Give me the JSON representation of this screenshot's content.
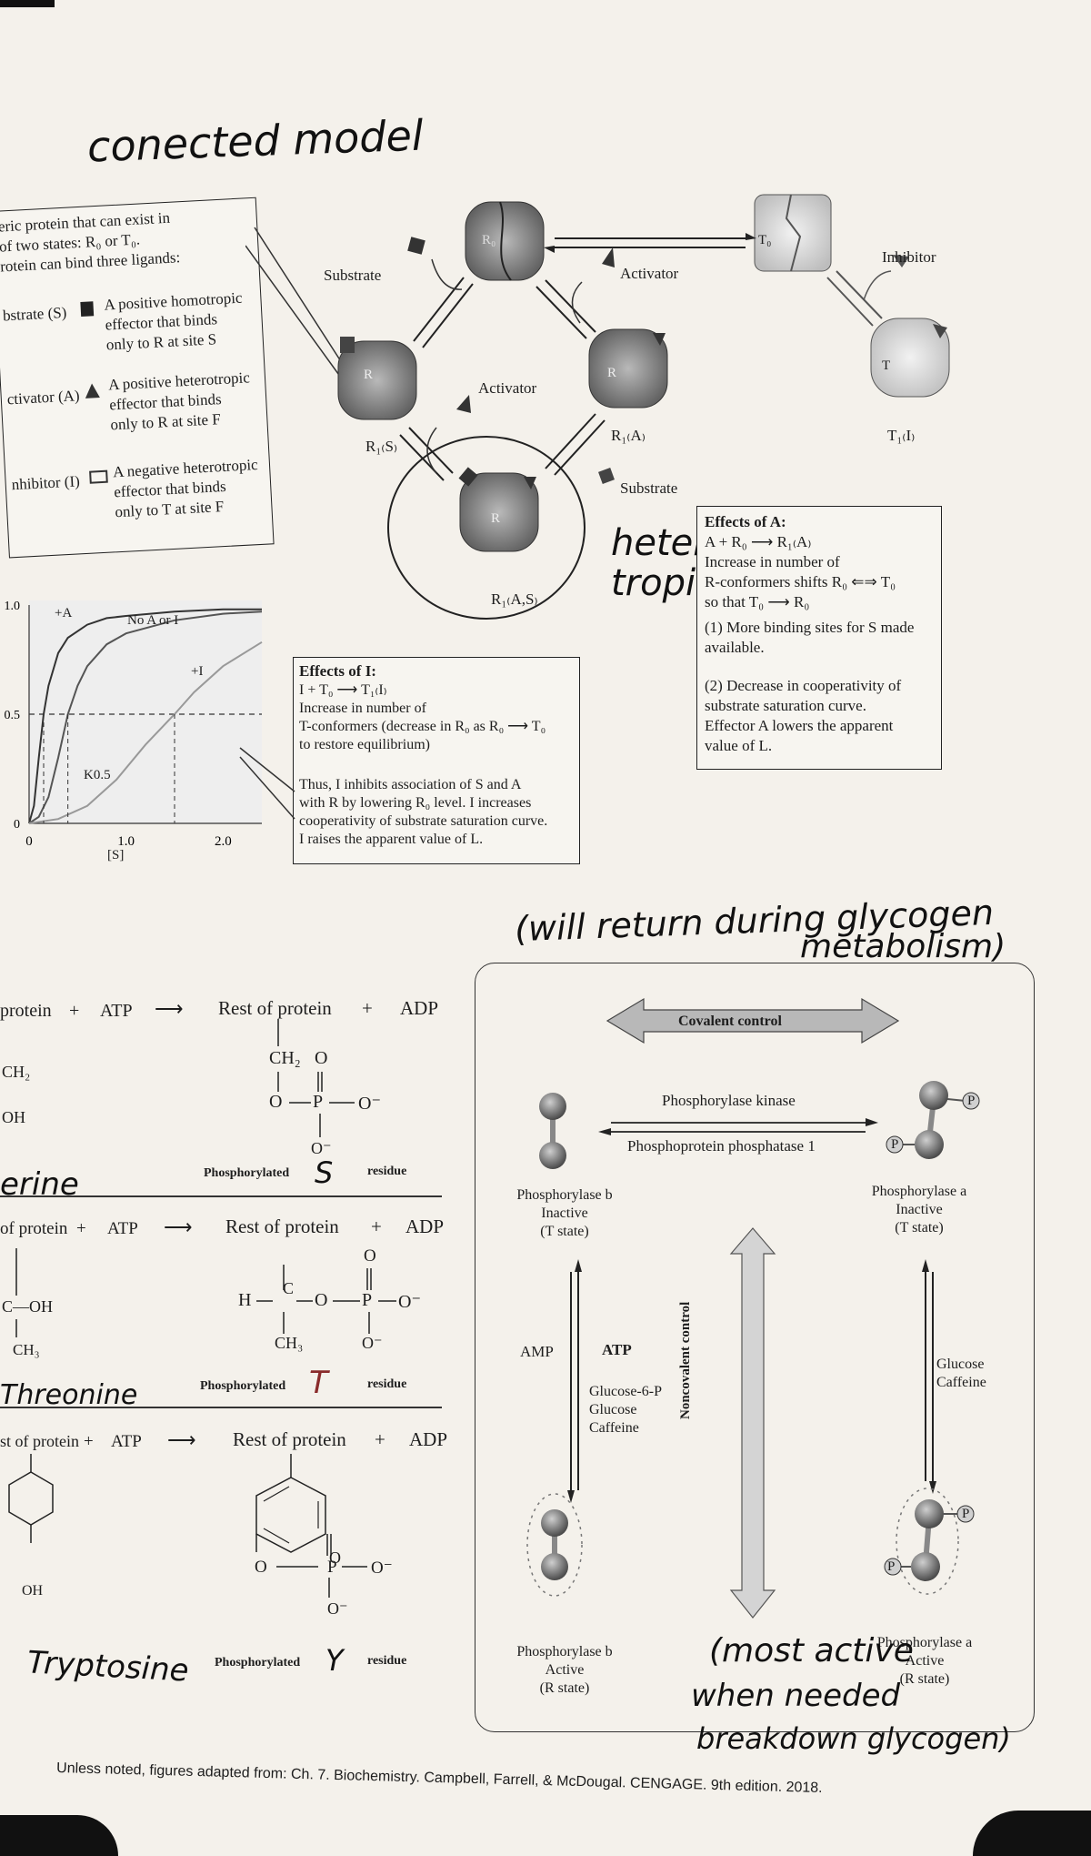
{
  "handwritten": {
    "title": "conected model",
    "hetero": "hetero",
    "tropic": "tropic",
    "return_note": "(will return during glycogen",
    "return_note2": "metabolism)",
    "serine": "erine",
    "threonine": "Threonine",
    "tyrosine": "Tryptosine",
    "S": "S",
    "T": "T",
    "Y": "Y",
    "most_active": "(most active",
    "when_needed": "when needed",
    "breakdown": "breakdown glycogen)"
  },
  "intro_box": {
    "line1": "eric protein that can exist in",
    "line2": "of two states: R₀ or T₀.",
    "line3": "rotein can bind three ligands:",
    "substrate_label": "bstrate (S)",
    "substrate_desc": "A positive homotropic\neffector that binds\nonly to R at site S",
    "activator_label": "ctivator (A)",
    "activator_desc": "A positive heterotropic\neffector that binds\nonly to R at site F",
    "inhibitor_label": "nhibitor (I)",
    "inhibitor_desc": "A negative heterotropic\neffector that binds\nonly to T at site F"
  },
  "model": {
    "R0": "R₀",
    "T0": "T₀",
    "R": "R",
    "T": "T",
    "substrate": "Substrate",
    "activator": "Activator",
    "inhibitor": "Inhibitor",
    "R1S": "R₁₍S₎",
    "R1A": "R₁₍A₎",
    "T1I": "T₁₍I₎",
    "R1AS": "R₁₍A,S₎"
  },
  "effects_A": {
    "title": "Effects of A:",
    "body": "A + R₀ ⟶ R₁₍A₎\nIncrease in number of\nR-conformers shifts R₀ ⇐⇒ T₀\nso that T₀ ⟶ R₀",
    "item1": "(1) More binding sites for S made\n      available.",
    "item2": "(2) Decrease in cooperativity of\n      substrate saturation curve.\n      Effector A lowers the apparent\n      value of L."
  },
  "effects_I": {
    "title": "Effects of I:",
    "body": "I + T₀ ⟶ T₁₍I₎\nIncrease in number of\nT-conformers (decrease in R₀ as R₀ ⟶ T₀\nto restore equilibrium)",
    "body2": "Thus, I inhibits association of S and A\nwith R by lowering R₀ level. I increases\ncooperativity of substrate saturation curve.\nI raises the apparent value of L."
  },
  "chart_data": {
    "type": "line",
    "title": "",
    "xlabel": "[S]",
    "ylabel": "",
    "xlim": [
      0,
      2.4
    ],
    "ylim": [
      0,
      1.0
    ],
    "xticks": [
      "0",
      "1.0",
      "2.0"
    ],
    "yticks": [
      "0",
      "0.5",
      "1.0"
    ],
    "series": [
      {
        "name": "+A",
        "x": [
          0,
          0.05,
          0.1,
          0.15,
          0.2,
          0.3,
          0.4,
          0.6,
          0.8,
          1.0,
          1.5,
          2.0,
          2.4
        ],
        "y": [
          0,
          0.08,
          0.3,
          0.5,
          0.63,
          0.78,
          0.85,
          0.91,
          0.94,
          0.95,
          0.97,
          0.98,
          0.98
        ]
      },
      {
        "name": "No A or I",
        "x": [
          0,
          0.1,
          0.2,
          0.3,
          0.4,
          0.5,
          0.6,
          0.8,
          1.0,
          1.5,
          2.0,
          2.4
        ],
        "y": [
          0,
          0.03,
          0.12,
          0.3,
          0.5,
          0.63,
          0.72,
          0.82,
          0.87,
          0.93,
          0.96,
          0.97
        ]
      },
      {
        "name": "+I",
        "x": [
          0,
          0.3,
          0.6,
          0.9,
          1.2,
          1.5,
          1.7,
          2.0,
          2.4
        ],
        "y": [
          0,
          0.02,
          0.08,
          0.2,
          0.36,
          0.5,
          0.6,
          0.72,
          0.83
        ]
      }
    ],
    "annotations": [
      "K0.5"
    ],
    "dashed_line_y": 0.5
  },
  "phospho": {
    "protein": "protein",
    "plus": "+",
    "atp": "ATP",
    "rest": "Rest of protein",
    "adp": "ADP",
    "phosphorylated": "Phosphorylated",
    "residue": "residue",
    "of_protein": "of protein",
    "st_of_protein": "st of protein",
    "ch2": "CH₂",
    "ch3": "CH₃",
    "oh": "OH",
    "o": "O",
    "ominus": "O⁻",
    "p": "P",
    "c_oh": "C—OH",
    "h": "H"
  },
  "glycogen": {
    "covalent": "Covalent control",
    "noncovalent": "Noncovalent control",
    "kinase": "Phosphorylase kinase",
    "phosphatase": "Phosphoprotein phosphatase 1",
    "pb_inactive": "Phosphorylase b\nInactive\n(T state)",
    "pa_inactive": "Phosphorylase a\nInactive\n(T state)",
    "pb_active": "Phosphorylase b\nActive\n(R state)",
    "pa_active": "Phosphorylase a\nActive\n(R state)",
    "amp": "AMP",
    "atp": "ATP",
    "g6p": "Glucose-6-P\nGlucose\nCaffeine",
    "glucose_caffeine": "Glucose\nCaffeine",
    "P": "P"
  },
  "footer": "Unless noted, figures adapted from: Ch. 7. Biochemistry. Campbell, Farrell, & McDougal. CENGAGE. 9th edition. 2018."
}
